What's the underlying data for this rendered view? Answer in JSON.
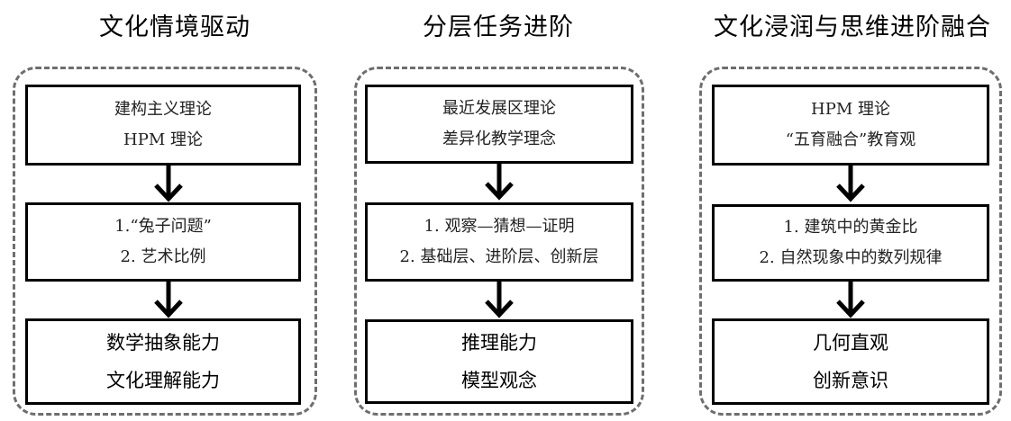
{
  "columns": [
    {
      "title": "文化情境驱动",
      "theory": [
        "建构主义理论",
        "HPM 理论"
      ],
      "tasks": [
        "1.“兔子问题”",
        "2. 艺术比例"
      ],
      "abilities": [
        "数学抽象能力",
        "文化理解能力"
      ]
    },
    {
      "title": "分层任务进阶",
      "theory": [
        "最近发展区理论",
        "差异化教学理念"
      ],
      "tasks": [
        "1. 观察—猜想—证明",
        "2. 基础层、进阶层、创新层"
      ],
      "abilities": [
        "推理能力",
        "模型观念"
      ]
    },
    {
      "title": "文化浸润与思维进阶融合",
      "theory": [
        "HPM 理论",
        "“五育融合”教育观"
      ],
      "tasks": [
        "1. 建筑中的黄金比",
        "2. 自然现象中的数列规律"
      ],
      "abilities": [
        "几何直观",
        "创新意识"
      ]
    }
  ]
}
